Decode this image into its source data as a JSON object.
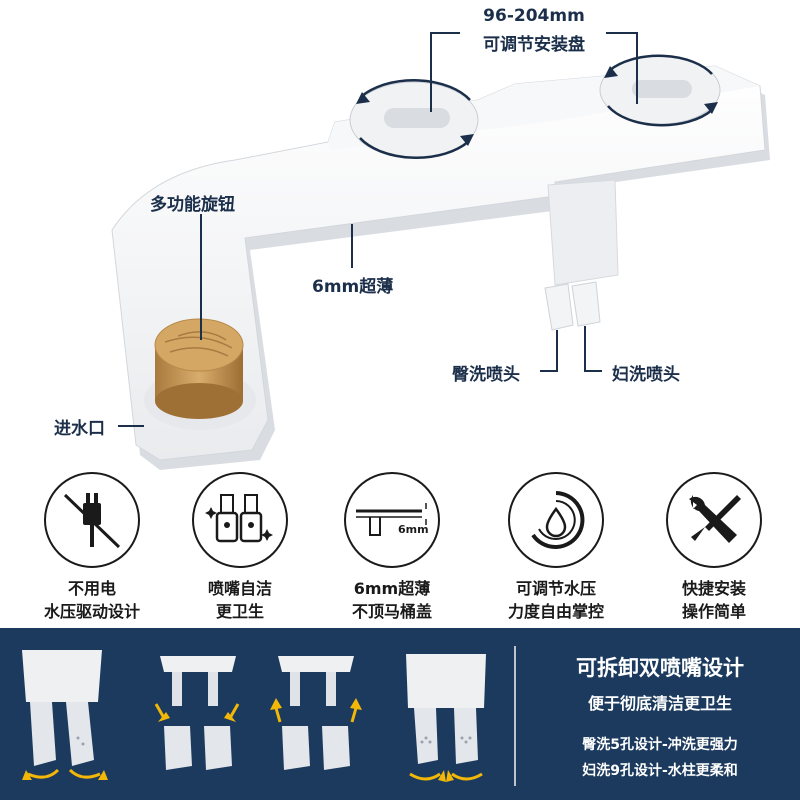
{
  "callouts": {
    "plate_range": "96-204mm",
    "plate_label": "可调节安装盘",
    "knob_label": "多功能旋钮",
    "thin_label": "6mm超薄",
    "rear_nozzle": "臀洗喷头",
    "front_nozzle": "妇洗喷头",
    "water_inlet": "进水口"
  },
  "features": [
    {
      "icon": "no-plug-icon",
      "line1": "不用电",
      "line2": "水压驱动设计"
    },
    {
      "icon": "self-clean-nozzle-icon",
      "line1": "喷嘴自洁",
      "line2": "更卫生"
    },
    {
      "icon": "ultra-thin-icon",
      "line1": "6mm超薄",
      "line2": "不顶马桶盖",
      "dim": "6mm"
    },
    {
      "icon": "pressure-dial-icon",
      "line1": "可调节水压",
      "line2": "力度自由掌控"
    },
    {
      "icon": "wrench-screwdriver-icon",
      "line1": "快捷安装",
      "line2": "操作简单"
    }
  ],
  "banner": {
    "title": "可拆卸双喷嘴设计",
    "subtitle": "便于彻底清洁更卫生",
    "line1": "臀洗5孔设计-冲洗更强力",
    "line2": "妇洗9孔设计-水柱更柔和"
  },
  "colors": {
    "navy": "#1b2f4a",
    "banner": "#1b3a5e",
    "arrow": "#f2b707",
    "wood": "#c99a58"
  }
}
